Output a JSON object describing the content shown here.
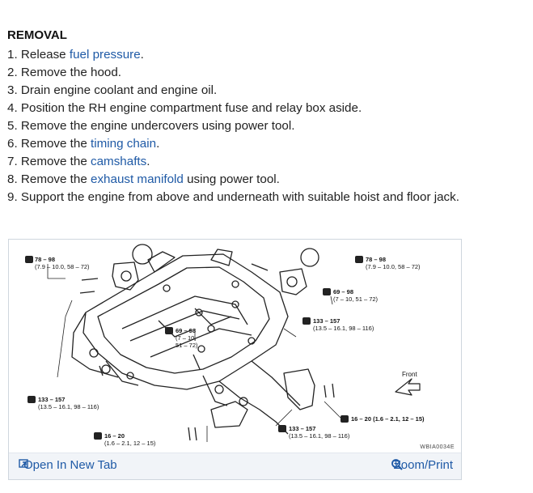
{
  "section": {
    "heading": "REMOVAL",
    "steps": [
      {
        "num": "1.",
        "pre": "Release ",
        "link": "fuel pressure",
        "post": "."
      },
      {
        "num": "2.",
        "pre": "Remove the hood.",
        "link": "",
        "post": ""
      },
      {
        "num": "3.",
        "pre": "Drain engine coolant and engine oil.",
        "link": "",
        "post": ""
      },
      {
        "num": "4.",
        "pre": "Position the RH engine compartment fuse and relay box aside.",
        "link": "",
        "post": ""
      },
      {
        "num": "5.",
        "pre": "Remove the engine undercovers using power tool.",
        "link": "",
        "post": ""
      },
      {
        "num": "6.",
        "pre": "Remove the ",
        "link": "timing chain",
        "post": "."
      },
      {
        "num": "7.",
        "pre": "Remove the ",
        "link": "camshafts",
        "post": "."
      },
      {
        "num": "8.",
        "pre": "Remove the ",
        "link": "exhaust manifold",
        "post": " using power tool."
      },
      {
        "num": "9.",
        "pre": "Support the engine from above and underneath with suitable hoist and floor jack.",
        "link": "",
        "post": ""
      }
    ]
  },
  "figure": {
    "code": "WBIA0034E",
    "open_tab_label": "Open In New Tab",
    "zoom_label": "Zoom/Print",
    "front_label": "Front",
    "callouts": [
      {
        "a": "78 – 98",
        "b": "(7.9 – 10.0, 58 – 72)",
        "c": ""
      },
      {
        "a": "78 – 98",
        "b": "(7.9 – 10.0, 58 – 72)",
        "c": ""
      },
      {
        "a": "69 – 98",
        "b": "(7 – 10, 51 – 72)",
        "c": ""
      },
      {
        "a": "69 – 98",
        "b": "(7 – 10,",
        "c": "51 – 72)"
      },
      {
        "a": "133 – 157",
        "b": "(13.5 – 16.1, 98 – 116)",
        "c": ""
      },
      {
        "a": "133 – 157",
        "b": "(13.5 – 16.1, 98 – 116)",
        "c": ""
      },
      {
        "a": "16 – 20 (1.6 – 2.1, 12 – 15)",
        "b": "",
        "c": ""
      },
      {
        "a": "133 – 157",
        "b": "(13.5 – 16.1, 98 – 116)",
        "c": ""
      },
      {
        "a": "16 – 20",
        "b": "(1.6 – 2.1, 12 – 15)",
        "c": ""
      }
    ]
  },
  "colors": {
    "link": "#1f5aa6",
    "bar": "#f1f4f8"
  }
}
